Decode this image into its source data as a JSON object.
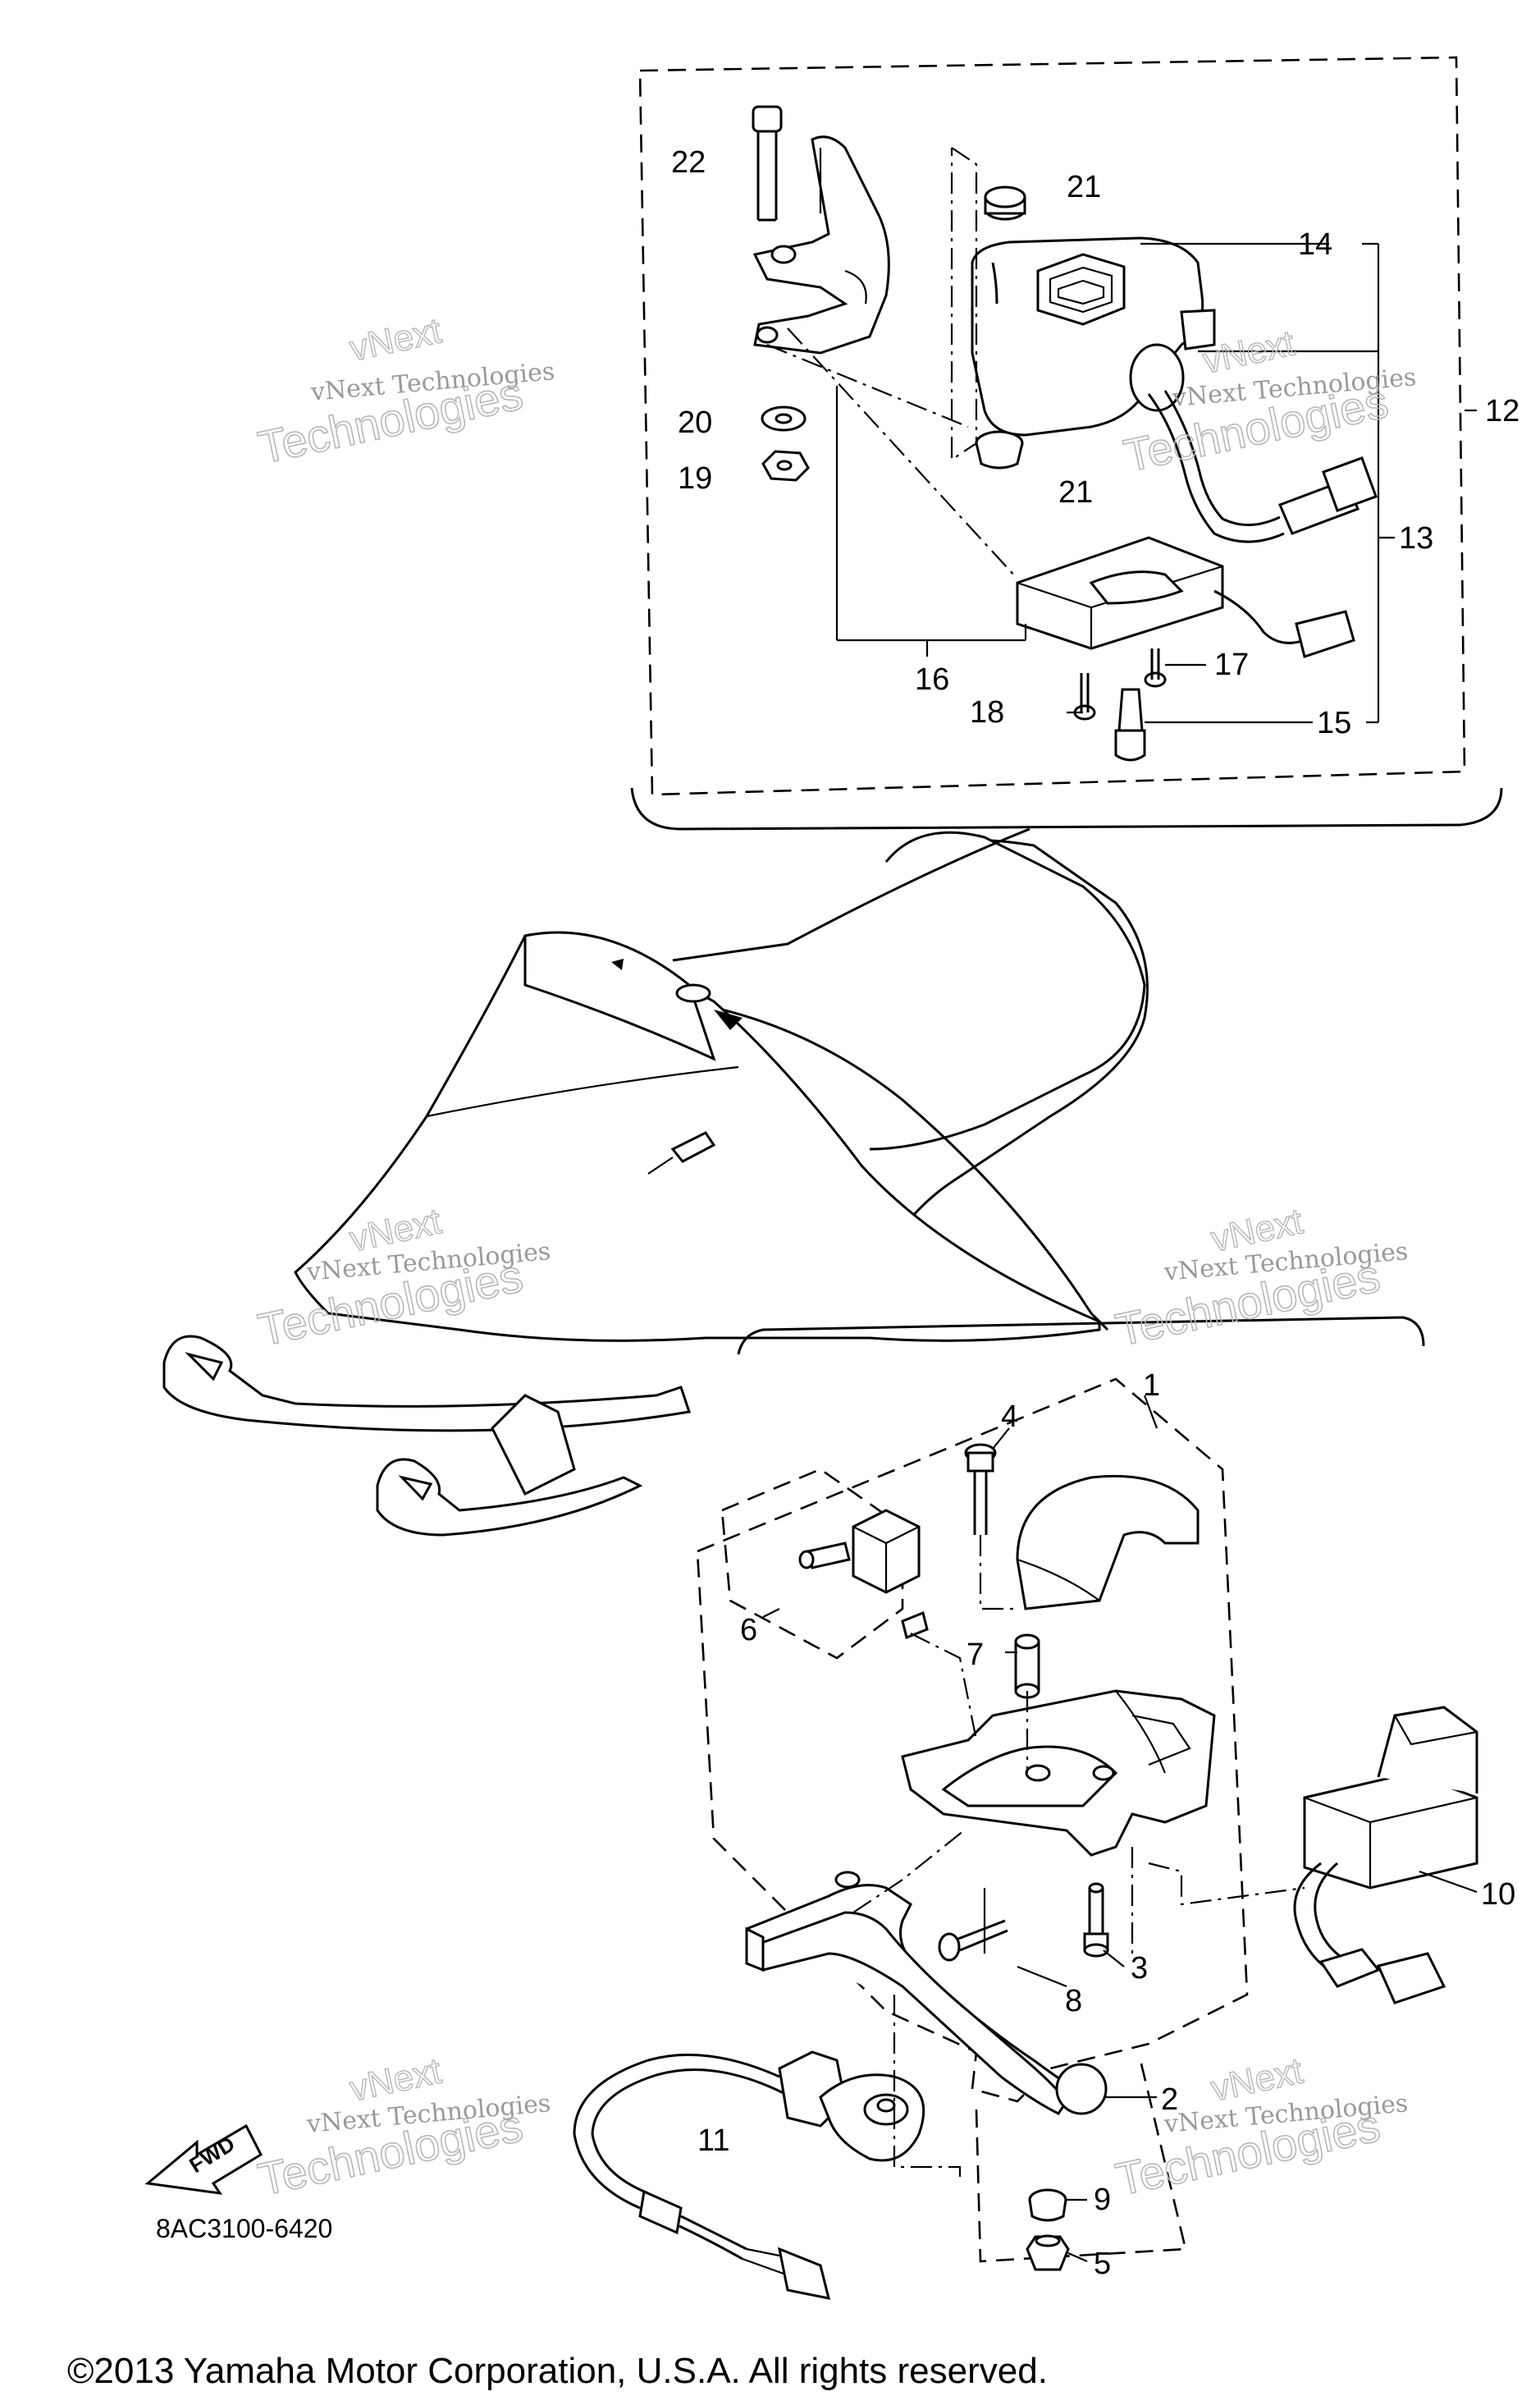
{
  "callouts": {
    "c1": "1",
    "c2": "2",
    "c3": "3",
    "c4": "4",
    "c5": "5",
    "c6": "6",
    "c7": "7",
    "c8": "8",
    "c9": "9",
    "c10": "10",
    "c11": "11",
    "c12": "12",
    "c13": "13",
    "c14": "14",
    "c15": "15",
    "c16": "16",
    "c17": "17",
    "c18": "18",
    "c19": "19",
    "c20": "20",
    "c21a": "21",
    "c21b": "21",
    "c22": "22"
  },
  "watermark": {
    "line1": "vNext Technologies",
    "line2": "vNext",
    "line3": "Technologies"
  },
  "direction_arrow": "FWD",
  "diagram_code": "8AC3100-6420",
  "copyright": "©2013 Yamaha Motor Corporation, U.S.A. All rights reserved."
}
